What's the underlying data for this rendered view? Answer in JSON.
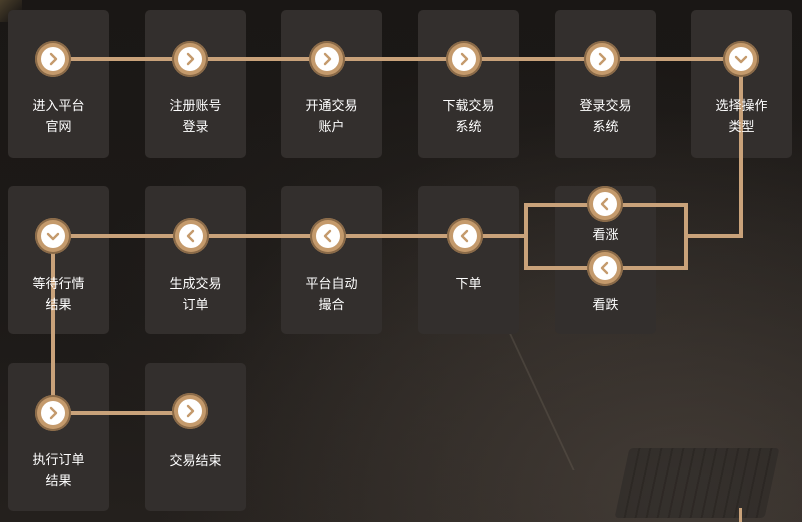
{
  "steps": [
    {
      "id": "s1",
      "label": "进入平台\n官网",
      "icon": "chevron-right-icon"
    },
    {
      "id": "s2",
      "label": "注册账号\n登录",
      "icon": "chevron-right-icon"
    },
    {
      "id": "s3",
      "label": "开通交易\n账户",
      "icon": "chevron-right-icon"
    },
    {
      "id": "s4",
      "label": "下载交易\n系统",
      "icon": "chevron-right-icon"
    },
    {
      "id": "s5",
      "label": "登录交易\n系统",
      "icon": "chevron-right-icon"
    },
    {
      "id": "s6",
      "label": "选择操作\n类型",
      "icon": "chevron-down-icon"
    },
    {
      "id": "s7",
      "label": "看涨",
      "icon": "chevron-left-icon"
    },
    {
      "id": "s8",
      "label": "看跌",
      "icon": "chevron-left-icon"
    },
    {
      "id": "s9",
      "label": "下单",
      "icon": "chevron-left-icon"
    },
    {
      "id": "s10",
      "label": "平台自动\n撮合",
      "icon": "chevron-left-icon"
    },
    {
      "id": "s11",
      "label": "生成交易\n订单",
      "icon": "chevron-left-icon"
    },
    {
      "id": "s12",
      "label": "等待行情\n结果",
      "icon": "chevron-down-icon"
    },
    {
      "id": "s13",
      "label": "执行订单\n结果",
      "icon": "chevron-right-icon"
    },
    {
      "id": "s14",
      "label": "交易结束",
      "icon": "chevron-right-icon"
    }
  ],
  "colors": {
    "accent": "#c9a27a",
    "card": "#332f2d",
    "background": "#1b1816",
    "text": "#ffffff"
  }
}
